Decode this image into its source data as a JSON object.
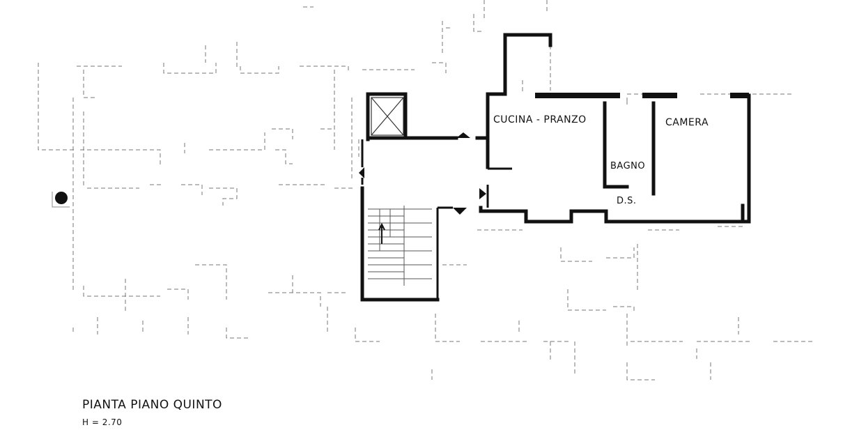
{
  "plan": {
    "title": "PIANTA PIANO QUINTO",
    "scale": "H = 2.70",
    "rooms": {
      "kitchen": "CUCINA - PRANZO",
      "bedroom": "CAMERA",
      "bath": "BAGNO",
      "ds": "D.S."
    }
  }
}
